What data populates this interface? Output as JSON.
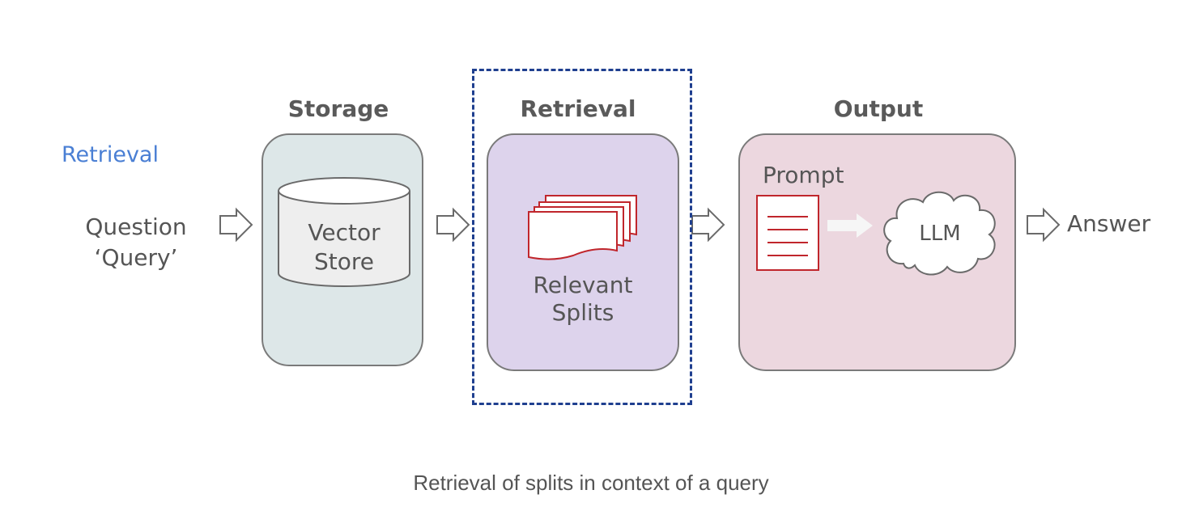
{
  "sidebar_label": "Retrieval",
  "input": {
    "line1": "Question",
    "line2": "‘Query’"
  },
  "storage": {
    "title": "Storage",
    "store_line1": "Vector",
    "store_line2": "Store"
  },
  "retrieval": {
    "title": "Retrieval",
    "splits_line1": "Relevant",
    "splits_line2": "Splits"
  },
  "output": {
    "title": "Output",
    "prompt_label": "Prompt",
    "llm_label": "LLM"
  },
  "answer_label": "Answer",
  "caption": "Retrieval of splits in context of a query",
  "colors": {
    "label_blue": "#4a7fd4",
    "storage_fill": "#dde7e8",
    "retrieval_fill": "#ddd3ec",
    "output_fill": "#ecd7df",
    "highlight_border": "#1f3f8f",
    "doc_red": "#c0262c"
  }
}
